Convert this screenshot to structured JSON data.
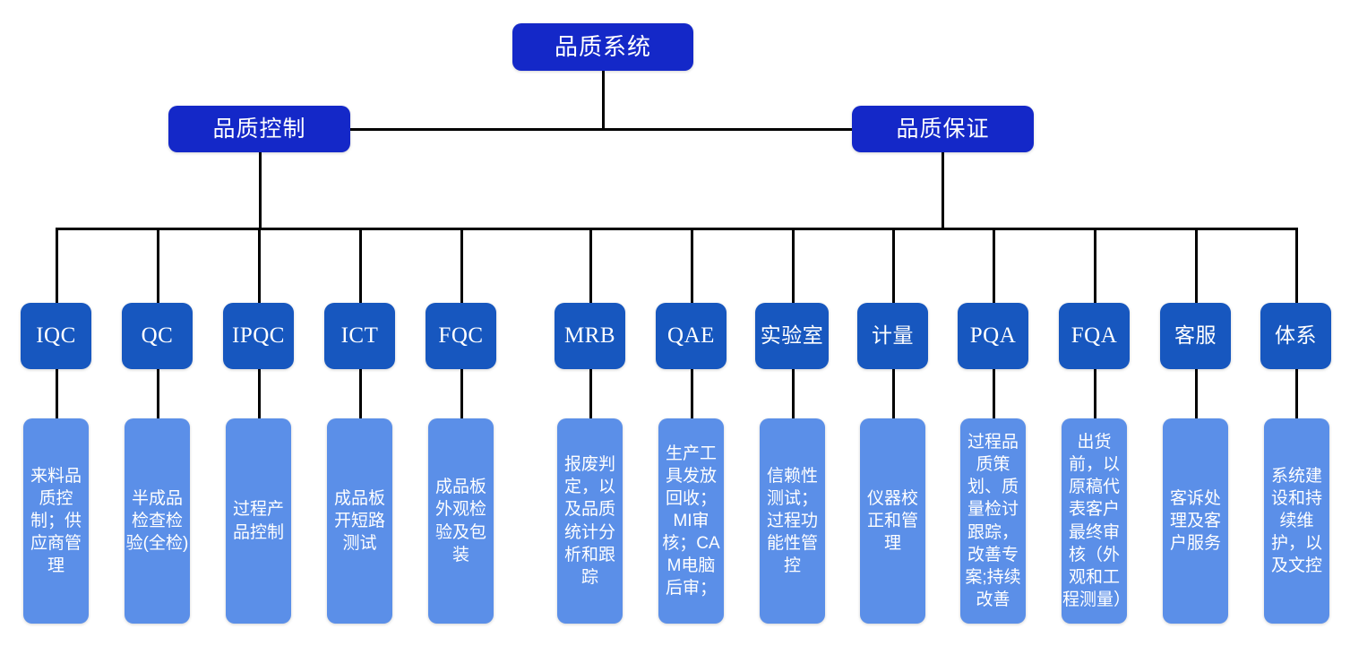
{
  "chart_data": {
    "type": "diagram",
    "title": "品质系统组织架构图",
    "orientation": "top-down-tree",
    "levels": 4
  },
  "colors": {
    "root": "#1428C8",
    "branch": "#1428C8",
    "dept": "#1757BF",
    "desc": "#5B8FE8",
    "line": "#000000",
    "text": "#FFFFFF",
    "background": "#FFFFFF"
  },
  "root": {
    "label": "品质系统"
  },
  "branches": [
    {
      "label": "品质控制"
    },
    {
      "label": "品质保证"
    }
  ],
  "departments": [
    {
      "label": "IQC",
      "script": "latin",
      "parent": "品质控制"
    },
    {
      "label": "QC",
      "script": "latin",
      "parent": "品质控制"
    },
    {
      "label": "IPQC",
      "script": "latin",
      "parent": "品质控制"
    },
    {
      "label": "ICT",
      "script": "latin",
      "parent": "品质控制"
    },
    {
      "label": "FQC",
      "script": "latin",
      "parent": "品质控制"
    },
    {
      "label": "MRB",
      "script": "latin",
      "parent": "品质保证"
    },
    {
      "label": "QAE",
      "script": "latin",
      "parent": "品质保证"
    },
    {
      "label": "实验室",
      "script": "han",
      "parent": "品质保证"
    },
    {
      "label": "计量",
      "script": "han",
      "parent": "品质保证"
    },
    {
      "label": "PQA",
      "script": "latin",
      "parent": "品质保证"
    },
    {
      "label": "FQA",
      "script": "latin",
      "parent": "品质保证"
    },
    {
      "label": "客服",
      "script": "han",
      "parent": "品质保证"
    },
    {
      "label": "体系",
      "script": "han",
      "parent": "品质保证"
    }
  ],
  "descriptions": [
    {
      "owner": "IQC",
      "text": "来料品质控制；供应商管理"
    },
    {
      "owner": "QC",
      "text": "半成品检查检验(全检)"
    },
    {
      "owner": "IPQC",
      "text": "过程产品控制"
    },
    {
      "owner": "ICT",
      "text": "成品板开短路测试"
    },
    {
      "owner": "FQC",
      "text": "成品板外观检验及包装"
    },
    {
      "owner": "MRB",
      "text": "报废判定，以及品质统计分析和跟踪"
    },
    {
      "owner": "QAE",
      "text": "生产工具发放回收；MI审核；CAM电脑后审；"
    },
    {
      "owner": "实验室",
      "text": "信赖性测试；过程功能性管控"
    },
    {
      "owner": "计量",
      "text": "仪器校正和管理"
    },
    {
      "owner": "PQA",
      "text": "过程品质策划、质量检讨跟踪，改善专案;持续改善"
    },
    {
      "owner": "FQA",
      "text": "出货前，以原稿代表客户最终审核（外观和工程测量）"
    },
    {
      "owner": "客服",
      "text": "客诉处理及客户服务"
    },
    {
      "owner": "体系",
      "text": "系统建设和持续维护，以及文控"
    }
  ]
}
